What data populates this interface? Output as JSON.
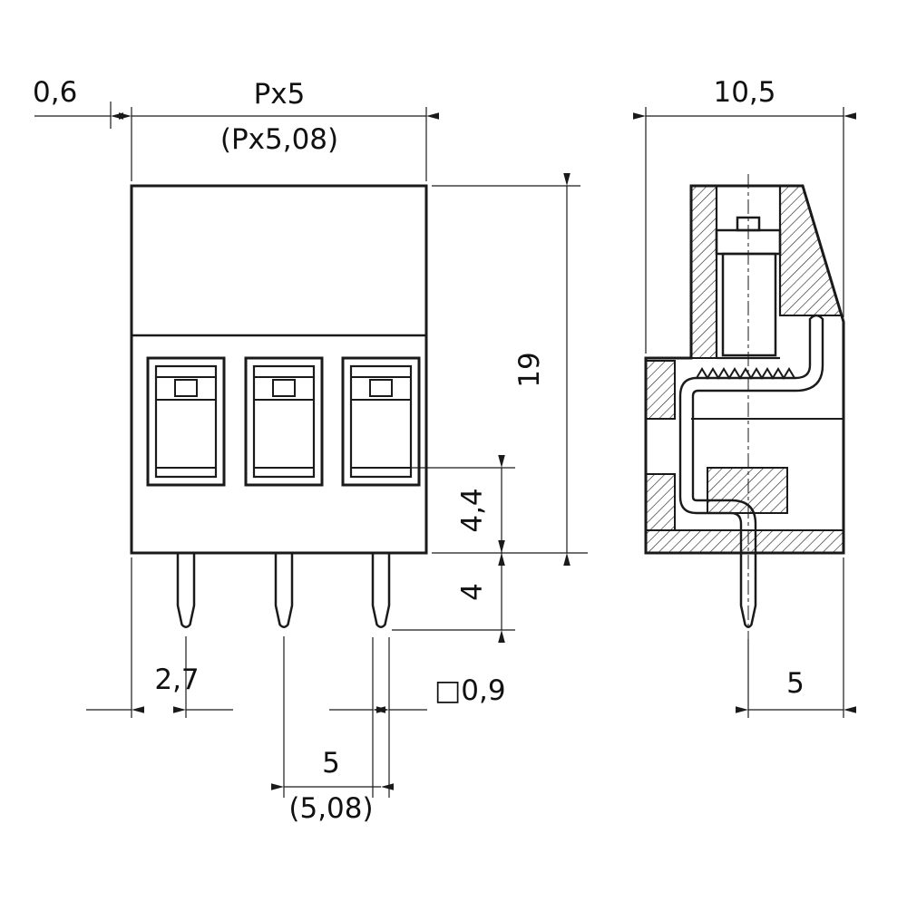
{
  "colors": {
    "ink": "#1a1a1a",
    "background": "#ffffff"
  },
  "drawing": {
    "front": {
      "dim_offset": "0,6",
      "dim_width": "Px5",
      "dim_width_alt": "(Px5,08)",
      "dim_height": "19",
      "dim_lower": "4,4",
      "dim_pin_len": "4",
      "dim_edge_to_pin": "2,7",
      "dim_pin_square": "□0,9",
      "dim_pitch": "5",
      "dim_pitch_alt": "(5,08)"
    },
    "side": {
      "dim_depth": "10,5",
      "dim_pin_to_edge": "5"
    }
  }
}
